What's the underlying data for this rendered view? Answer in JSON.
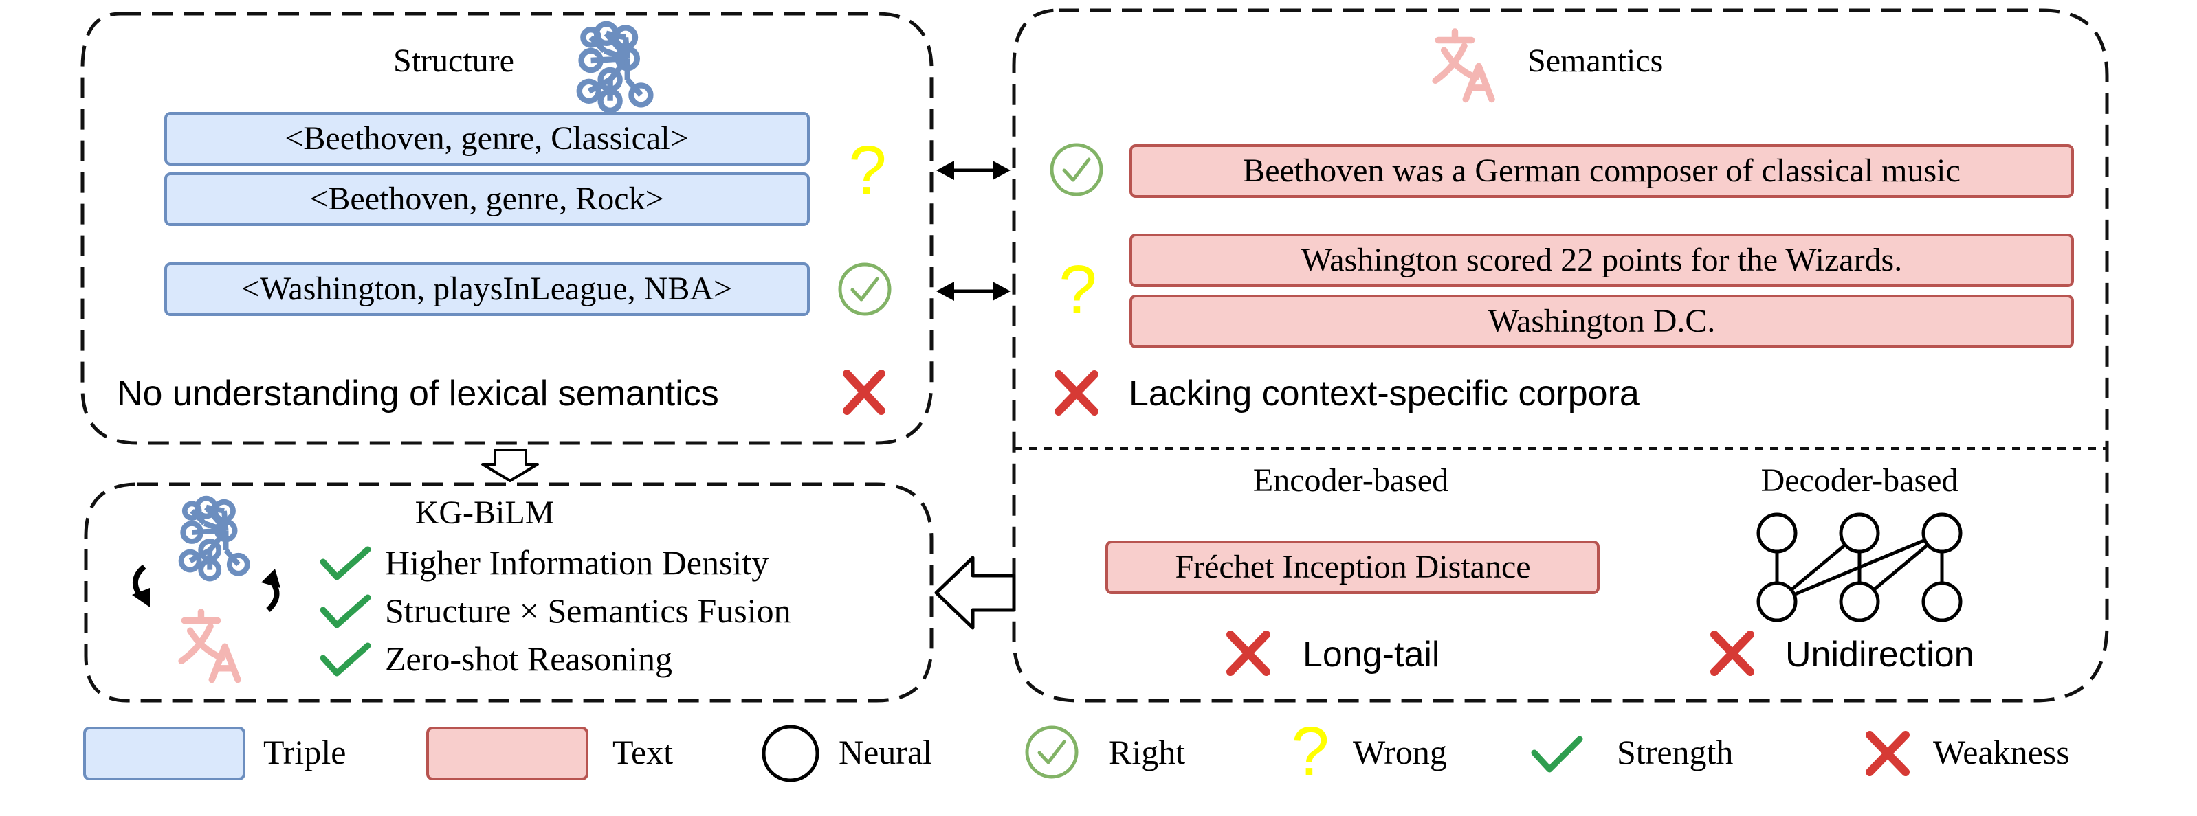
{
  "structure": {
    "title": "Structure",
    "triples": [
      "<Beethoven, genre, Classical>",
      "<Beethoven, genre, Rock>",
      "<Washington, playsInLeague, NBA>"
    ],
    "weakness": "No understanding of lexical semantics"
  },
  "semantics": {
    "title": "Semantics",
    "texts": [
      "Beethoven was a German composer of classical music",
      "Washington scored 22 points for the Wizards.",
      "Washington D.C."
    ],
    "weakness": "Lacking context-specific corpora"
  },
  "encoder": {
    "title": "Encoder-based",
    "text": "Fréchet Inception Distance",
    "weakness": "Long-tail"
  },
  "decoder": {
    "title": "Decoder-based",
    "weakness": "Unidirection"
  },
  "kgbilm": {
    "title": "KG-BiLM",
    "strengths": [
      "Higher Information Density",
      "Structure × Semantics Fusion",
      "Zero-shot Reasoning"
    ]
  },
  "legend": {
    "triple": "Triple",
    "text": "Text",
    "neural": "Neural",
    "right": "Right",
    "wrong": "Wrong",
    "strength": "Strength",
    "weakness": "Weakness"
  },
  "icons": {
    "graph": "knowledge-graph-icon",
    "translate": "translate-icon",
    "right": "check-circle-icon",
    "wrong": "question-mark-icon",
    "strength": "checkmark-icon",
    "weakness": "cross-icon"
  },
  "colors": {
    "triple_fill": "#dae8fc",
    "triple_stroke": "#6c8ebf",
    "text_fill": "#f8cecc",
    "text_stroke": "#b85450",
    "right": "#82b366",
    "wrong": "#ffff00",
    "strength": "#2e9e4f",
    "weakness": "#d63a35"
  }
}
